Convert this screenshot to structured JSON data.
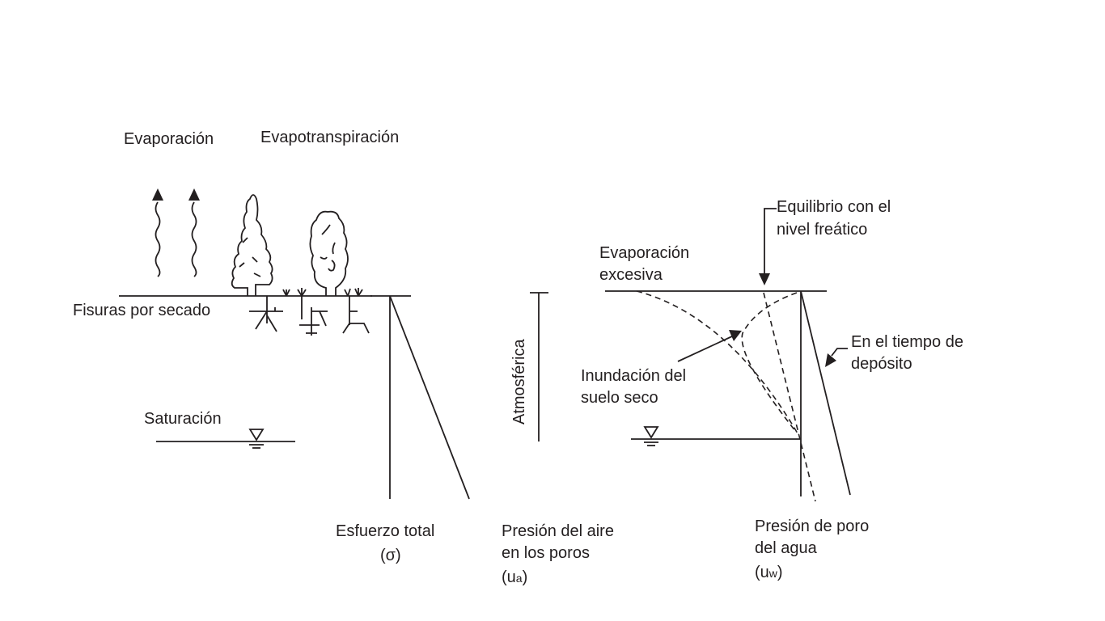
{
  "left": {
    "evaporation_label": "Evaporación",
    "evapotranspiration_label": "Evapotranspiración",
    "cracks_label": "Fisuras por secado",
    "saturation_label": "Saturación",
    "atmospheric_label": "Atmosférica",
    "total_stress_label": "Esfuerzo total",
    "total_stress_symbol": "(σ)",
    "air_pressure_label_1": "Presión del aire",
    "air_pressure_label_2": "en los poros",
    "air_pressure_symbol": "(u",
    "air_pressure_subscript": "a",
    "air_pressure_close": ")"
  },
  "right": {
    "equilibrium_label_1": "Equilibrio con el",
    "equilibrium_label_2": "nivel freático",
    "excess_evap_label_1": "Evaporación",
    "excess_evap_label_2": "excesiva",
    "deposition_label_1": "En el tiempo de",
    "deposition_label_2": "depósito",
    "flooding_label_1": "Inundación del",
    "flooding_label_2": "suelo seco",
    "pore_water_label_1": "Presión de poro",
    "pore_water_label_2": "del agua",
    "pore_water_symbol": "(u",
    "pore_water_subscript": "w",
    "pore_water_close": ")"
  }
}
